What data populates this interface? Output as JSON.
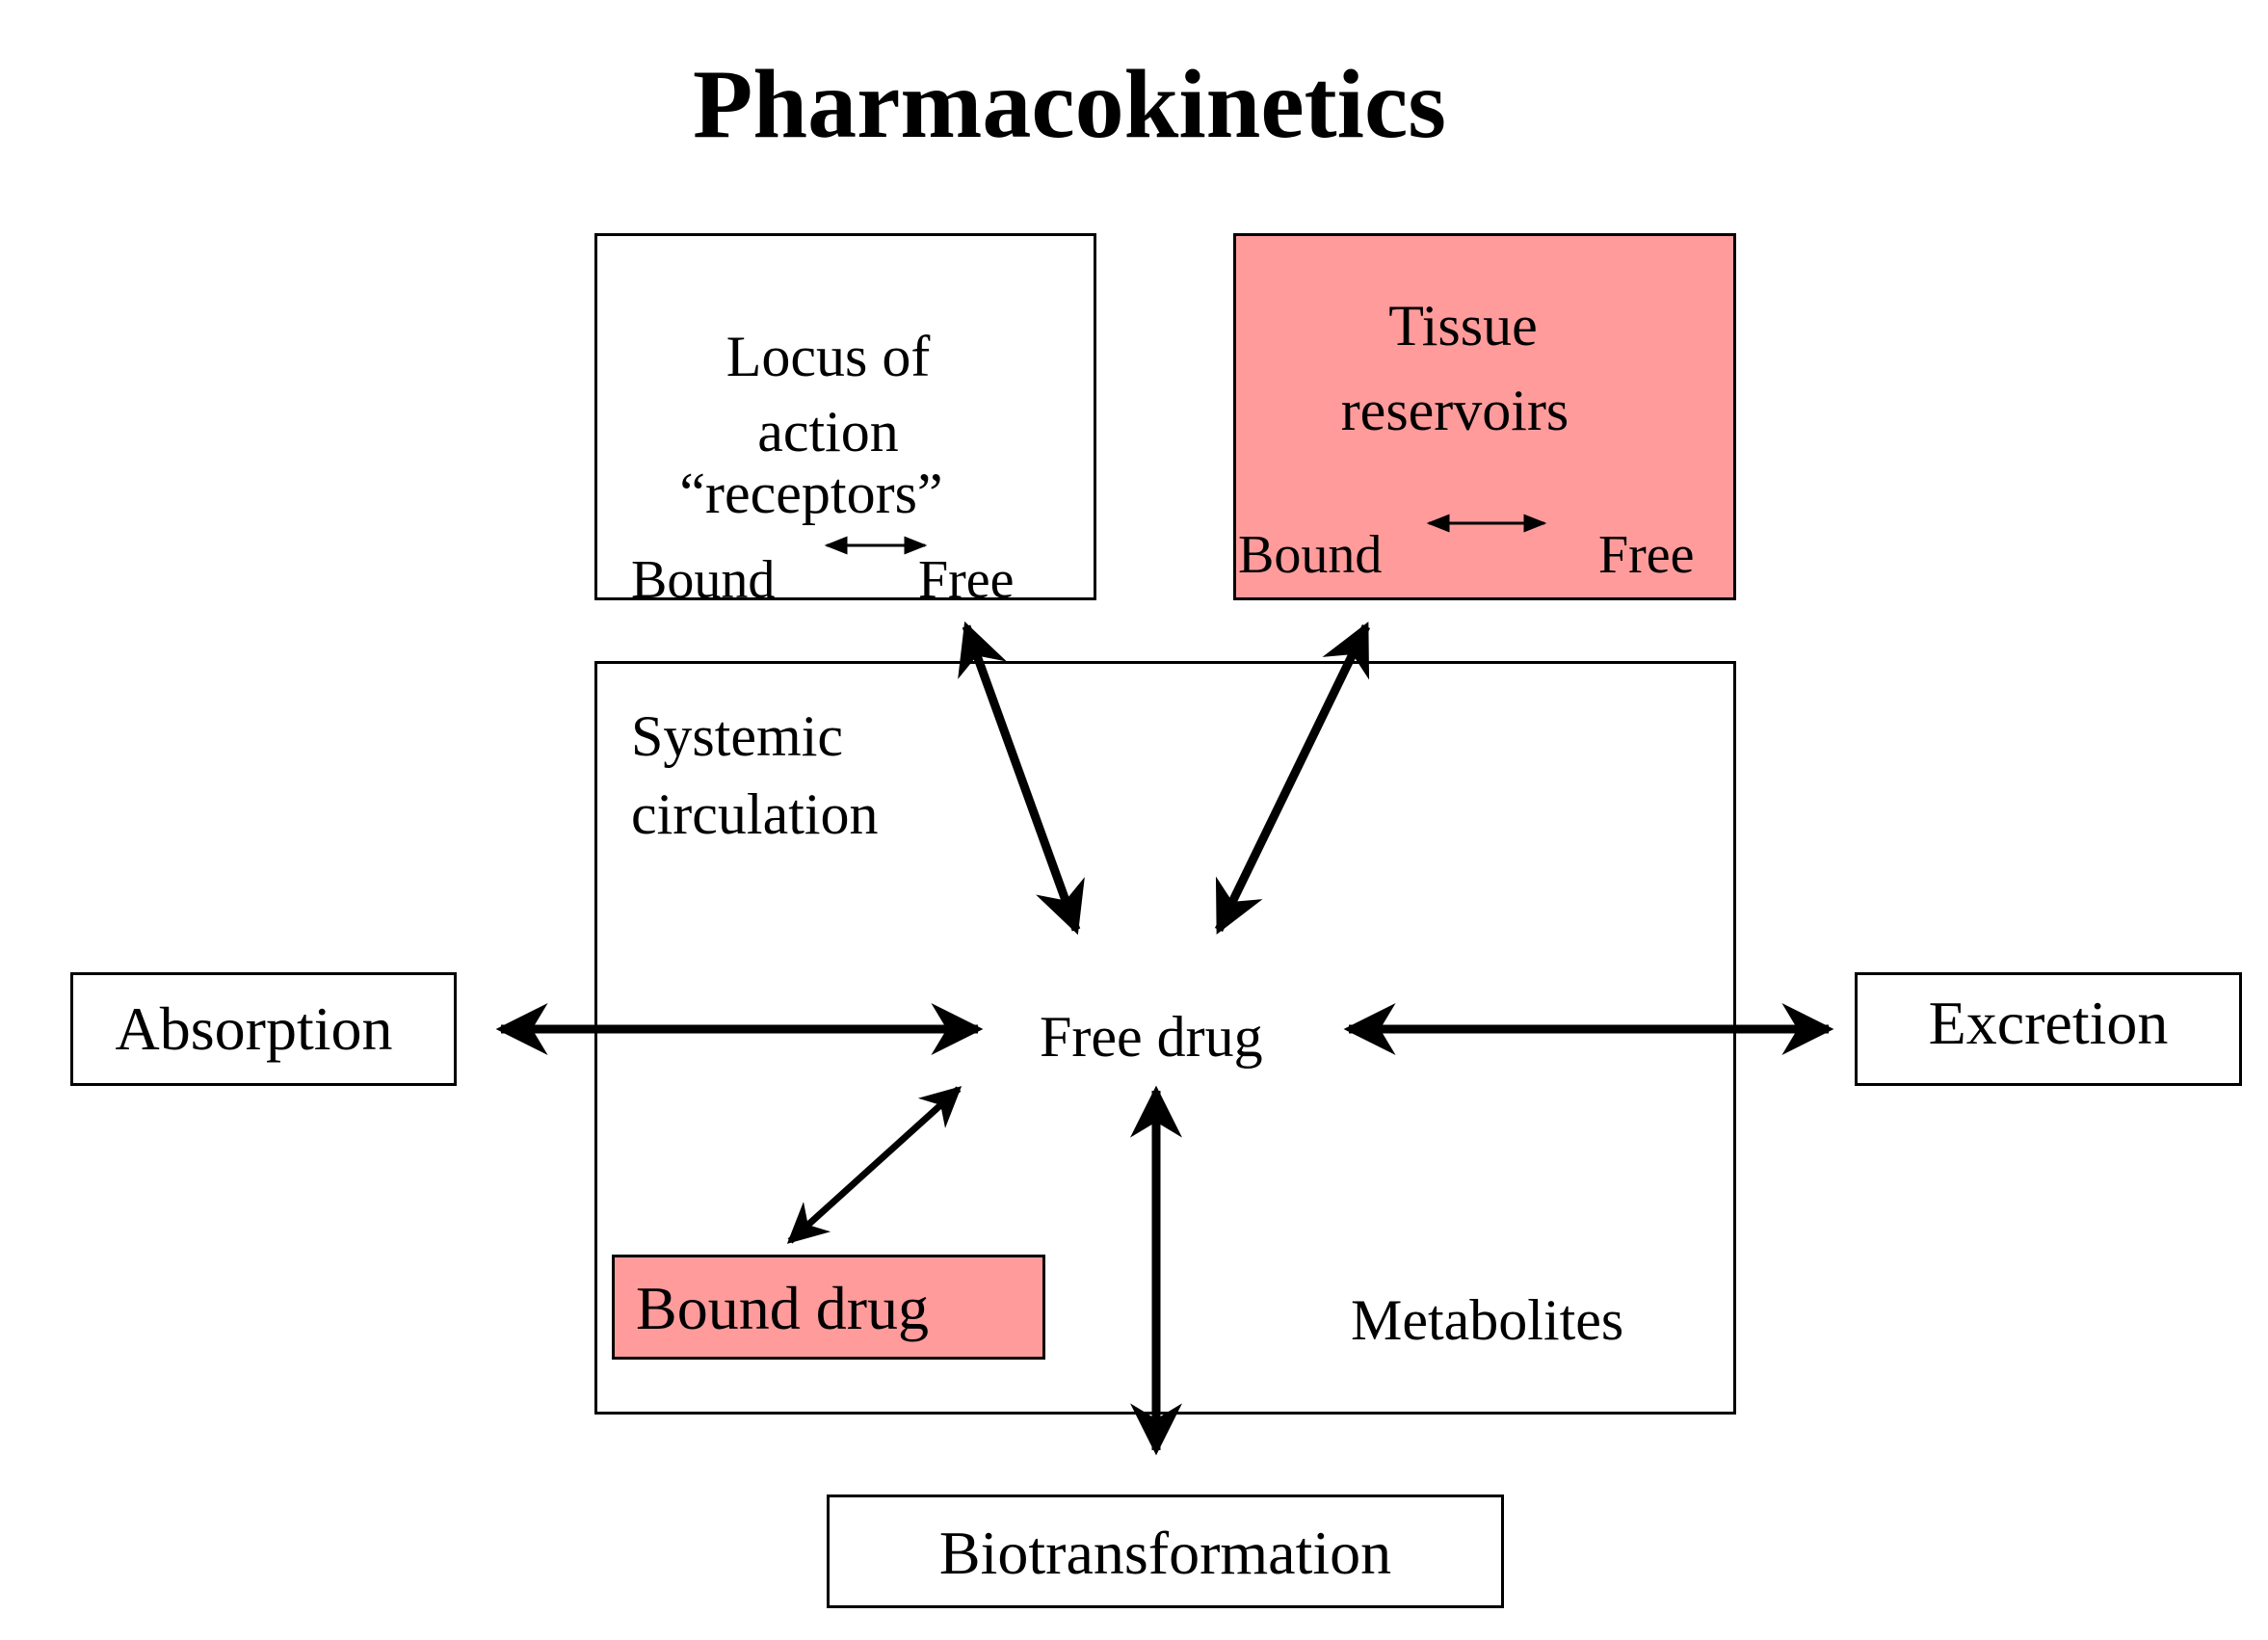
{
  "title": "Pharmacokinetics",
  "locus": {
    "line1": "Locus of",
    "line2": "action",
    "line3": "“receptors”",
    "bound": "Bound",
    "free": "Free"
  },
  "tissue": {
    "line1": "Tissue",
    "line2": "reservoirs",
    "bound": "Bound",
    "free": "Free"
  },
  "systemic": {
    "line1": "Systemic",
    "line2": "circulation"
  },
  "free_drug": "Free drug",
  "bound_drug": "Bound drug",
  "metabolites": "Metabolites",
  "absorption": "Absorption",
  "excretion": "Excretion",
  "biotransformation": "Biotransformation",
  "colors": {
    "highlight": "#ff9b9b",
    "outline": "#000000"
  }
}
